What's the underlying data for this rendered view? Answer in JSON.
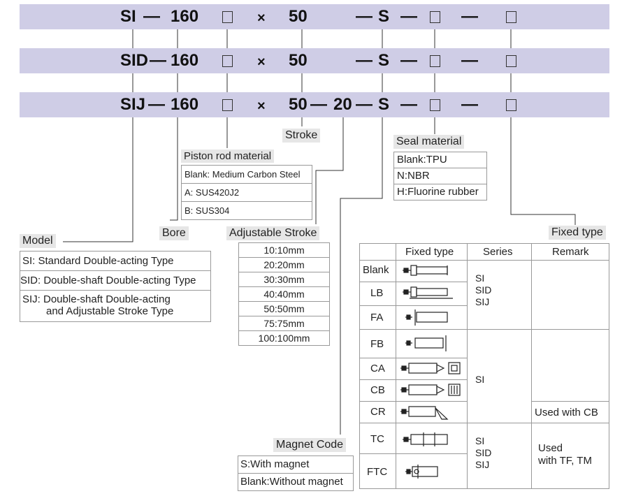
{
  "rows": [
    {
      "model": "SI",
      "dash1": "—",
      "bore": "160",
      "x": "×",
      "stroke": "50",
      "dash2": "—",
      "adj": "",
      "dash3": "",
      "s": "S",
      "dash4": "—",
      "dash5": "—"
    },
    {
      "model": "SID",
      "dash1": "—",
      "bore": "160",
      "x": "×",
      "stroke": "50",
      "dash2": "—",
      "adj": "",
      "dash3": "",
      "s": "S",
      "dash4": "—",
      "dash5": "—"
    },
    {
      "model": "SIJ",
      "dash1": "—",
      "bore": "160",
      "x": "×",
      "stroke": "50",
      "dash2": "—",
      "adj": "20",
      "dash3": "—",
      "s": "S",
      "dash4": "—",
      "dash5": "—"
    }
  ],
  "labels": {
    "stroke": "Stroke",
    "piston": "Piston rod material",
    "seal": "Seal material",
    "model": "Model",
    "bore": "Bore",
    "adjustable": "Adjustable Stroke",
    "fixed_type": "Fixed type",
    "magnet": "Magnet Code"
  },
  "piston_items": [
    "Blank: Medium Carbon Steel",
    "A: SUS420J2",
    "B: SUS304"
  ],
  "seal_items": [
    "Blank:TPU",
    "N:NBR",
    "H:Fluorine rubber"
  ],
  "model_items": [
    "SI: Standard Double-acting Type",
    "SID: Double-shaft Double-acting Type",
    "SIJ: Double-shaft Double-acting",
    "and Adjustable Stroke Type"
  ],
  "adjustable_items": [
    "10:10mm",
    "20:20mm",
    "30:30mm",
    "40:40mm",
    "50:50mm",
    "75:75mm",
    "100:100mm"
  ],
  "magnet_items": [
    "S:With magnet",
    "Blank:Without magnet"
  ],
  "fixed_table": {
    "headers": [
      "",
      "Fixed type",
      "Series",
      "Remark"
    ],
    "types": [
      "Blank",
      "LB",
      "FA",
      "FB",
      "CA",
      "CB",
      "CR",
      "TC",
      "FTC"
    ],
    "series_a": [
      "SI",
      "SID",
      "SIJ"
    ],
    "series_b": "SI",
    "series_c": [
      "SI",
      "SID",
      "SIJ"
    ],
    "remark_cr": "Used with CB",
    "remark_tc": [
      "Used",
      "with TF, TM"
    ]
  }
}
